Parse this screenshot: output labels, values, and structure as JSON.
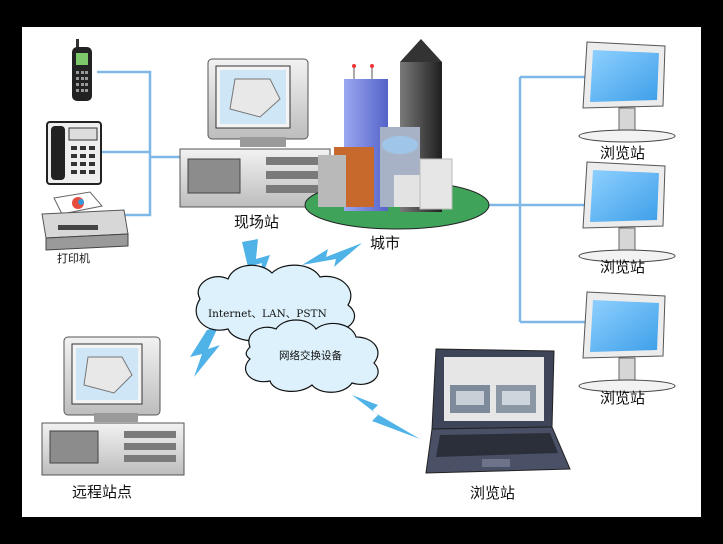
{
  "nodes": {
    "site_station": "现场站",
    "city": "城市",
    "printer": "打印机",
    "remote_site": "远程站点",
    "browse_1": "浏览站",
    "browse_2": "浏览站",
    "browse_3": "浏览站",
    "laptop_browse": "浏览站"
  },
  "clouds": {
    "network": "Internet、LAN、PSTN",
    "switch": "网络交换设备"
  },
  "colors": {
    "frame_border": "#000000",
    "link_line": "#7fb8e6",
    "lightning": "#4fb3e8",
    "cloud_fill": "#dcf1fb",
    "monitor_screen": "#66bbff",
    "city_ground": "#3fa35a"
  },
  "icons": [
    "mobile-phone-icon",
    "telephone-icon",
    "printer-icon",
    "desktop-computer-icon",
    "city-buildings-icon",
    "lcd-monitor-icon",
    "laptop-icon",
    "network-cloud-icon",
    "wireless-link-icon"
  ]
}
